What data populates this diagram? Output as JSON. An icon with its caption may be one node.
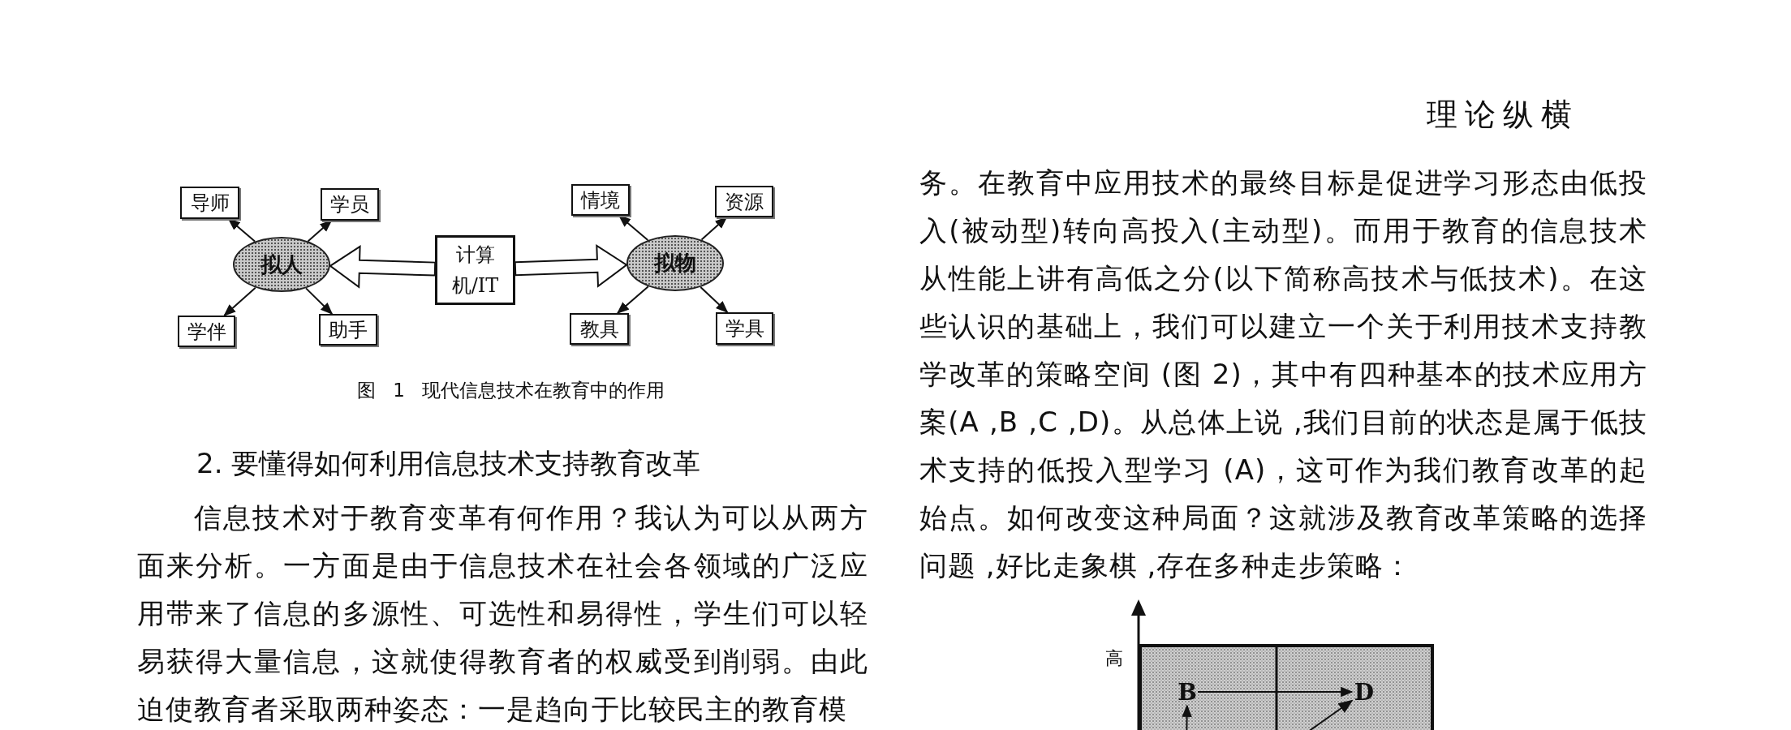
{
  "diagram": {
    "caption": "图 1 现代信息技术在教育中的作用",
    "nodes": [
      {
        "text": [
          "导师"
        ]
      },
      {
        "text": [
          "学员"
        ]
      },
      {
        "text": [
          "拟人"
        ]
      },
      {
        "text": [
          "学伴"
        ]
      },
      {
        "text": [
          "助手"
        ]
      },
      {
        "text": [
          "计算机/IT"
        ]
      },
      {
        "text": [
          "情境"
        ]
      },
      {
        "text": [
          "资源"
        ]
      },
      {
        "text": [
          "拟物"
        ]
      },
      {
        "text": [
          "教具"
        ]
      },
      {
        "text": [
          "学具"
        ]
      },
      {
        "text": [
          "B"
        ]
      },
      {
        "text": [
          "D"
        ]
      }
    ],
    "edges": [
      {
        "from": 5,
        "to": 2,
        "arrow": "to",
        "style": "thick"
      },
      {
        "from": 5,
        "to": 8,
        "arrow": "to",
        "style": "thick"
      },
      {
        "from": 2,
        "to": 0,
        "arrow": "to"
      },
      {
        "from": 2,
        "to": 1,
        "arrow": "to"
      },
      {
        "from": 2,
        "to": 3,
        "arrow": "to"
      },
      {
        "from": 2,
        "to": 4,
        "arrow": "to"
      },
      {
        "from": 8,
        "to": 6,
        "arrow": "to"
      },
      {
        "from": 8,
        "to": 7,
        "arrow": "to"
      },
      {
        "from": 8,
        "to": 9,
        "arrow": "to"
      },
      {
        "from": 8,
        "to": 10,
        "arrow": "to"
      },
      {
        "from": 11,
        "to": 12,
        "arrow": "to"
      },
      {
        "from": null,
        "to": 12,
        "arrow": "to"
      },
      {
        "from": null,
        "to": 11,
        "arrow": "to"
      }
    ],
    "labels": [
      "理论纵横",
      "2. 要懂得如何利用信息技术支持教育改革",
      "信息技术对于教育变革有何作用？我认为可以从两方面来分析。一方面是由于信息技术在社会各领域的广泛应用带来了信息的多源性、可选性和易得性，学生们可以轻易获得大量信息，这就使得教育者的权威受到削弱。由此迫使教育者采取两种姿态：一是趋向于比较民主的教育模",
      "务。在教育中应用技术的最终目标是促进学习形态由低投入(被动型)转向高投入(主动型)。而用于教育的信息技术从性能上讲有高低之分(以下简称高技术与低技术)。在这些认识的基础上，我们可以建立一个关于利用技术支持教学改革的策略空间 (图 2)，其中有四种基本的技术应用方案(A ,B ,C ,D)。从总体上说 ,我们目前的状态是属于低技术支持的低投入型学习 (A)，这可作为我们教育改革的起始点。如何改变这种局面？这就涉及教育改革策略的选择问题 ,好比走象棋 ,存在多种走步策略：",
      "高"
    ]
  }
}
